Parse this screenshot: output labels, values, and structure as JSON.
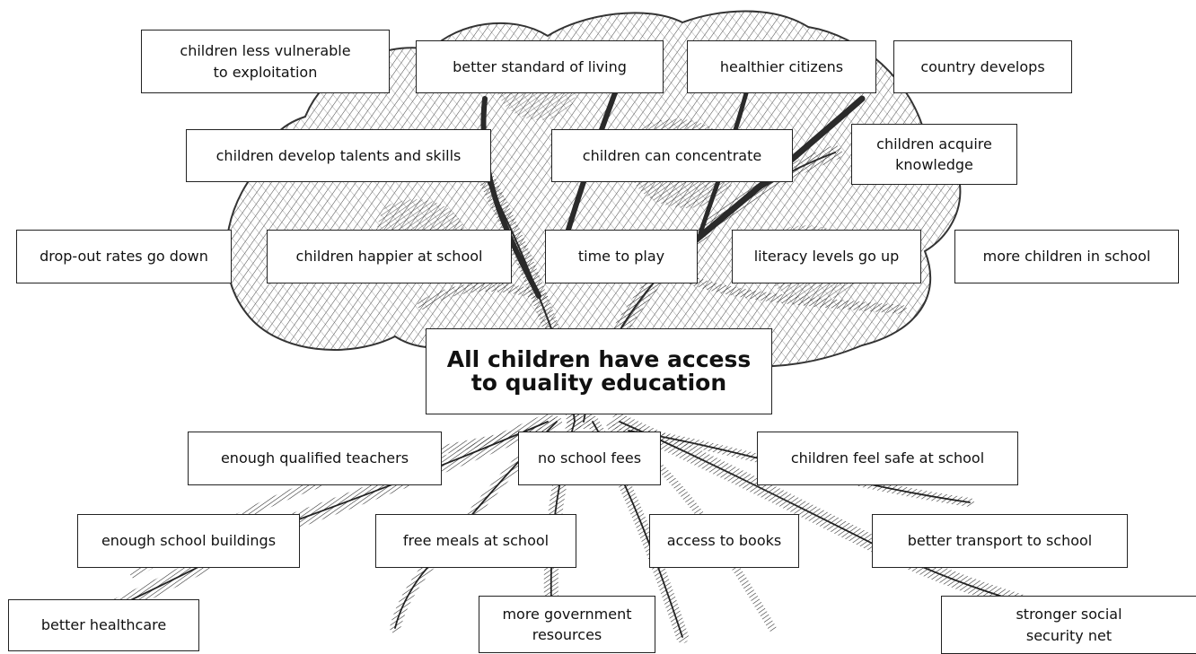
{
  "core_problem": "All children have access\nto quality education",
  "branches": {
    "exploitation": "children less vulnerable\nto exploitation",
    "standard_living": "better standard of living",
    "healthier": "healthier citizens",
    "country": "country develops",
    "talents": "children develop talents and skills",
    "concentrate": "children can concentrate",
    "knowledge": "children acquire\nknowledge",
    "dropout": "drop-out rates go down",
    "happier": "children happier at school",
    "play": "time to play",
    "literacy": "literacy levels go up",
    "more_children": "more children in school"
  },
  "roots": {
    "teachers": "enough qualified teachers",
    "fees": "no school fees",
    "safe": "children feel safe at school",
    "buildings": "enough school buildings",
    "meals": "free meals at school",
    "books": "access to books",
    "transport": "better transport to school",
    "healthcare": "better healthcare",
    "government": "more government\nresources",
    "social": "stronger social\nsecurity net"
  }
}
